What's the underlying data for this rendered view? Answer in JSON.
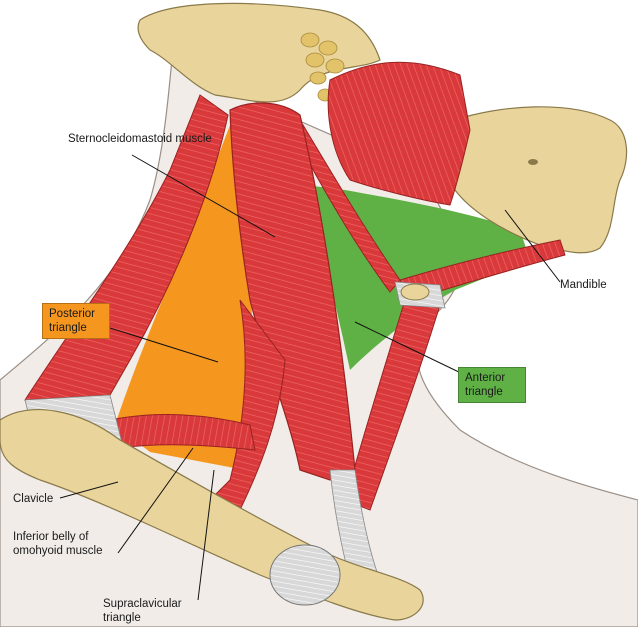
{
  "labels": {
    "scm": "Sternocleidomastoid muscle",
    "mandible": "Mandible",
    "posterior": "Posterior triangle",
    "anterior": "Anterior triangle",
    "clavicle": "Clavicle",
    "omohyoid": "Inferior belly of omohyoid muscle",
    "supraclavicular": "Supraclavicular triangle"
  },
  "colors": {
    "posterior_fill": "#f5961f",
    "anterior_fill": "#5fb146",
    "muscle": "#d93a3a",
    "bone": "#e9d49c",
    "skin": "#f1ece8"
  }
}
